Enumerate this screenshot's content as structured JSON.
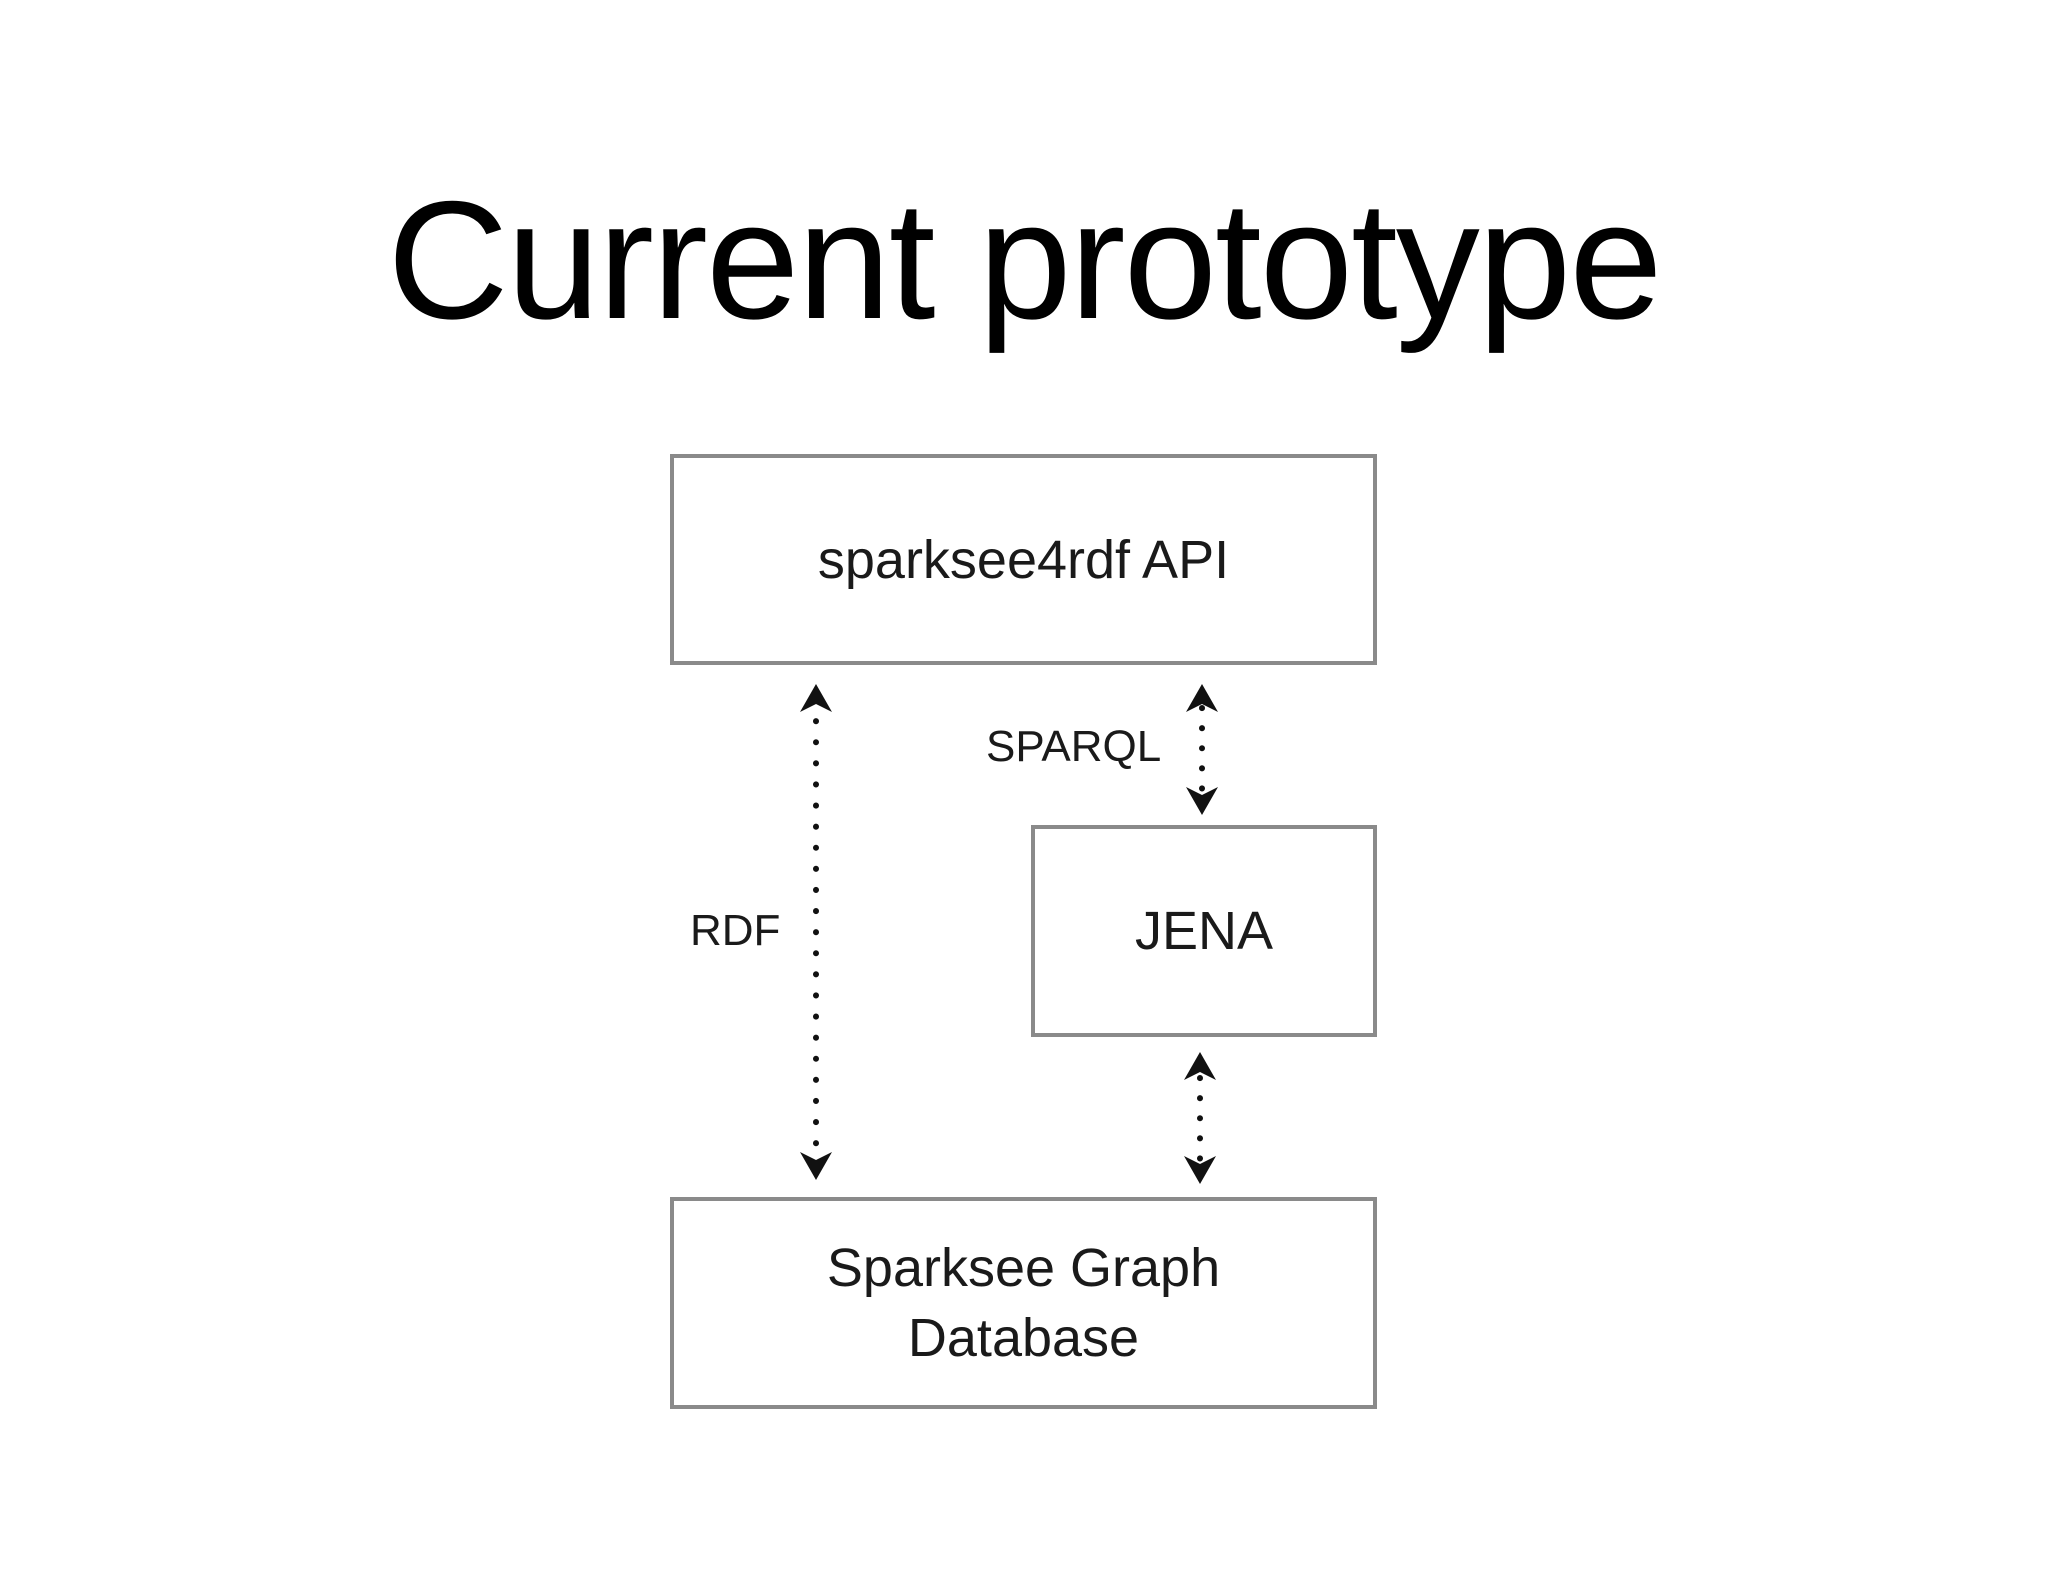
{
  "title": "Current prototype",
  "diagram": {
    "nodes": {
      "api": {
        "label": "sparksee4rdf API"
      },
      "jena": {
        "label": "JENA"
      },
      "db": {
        "label_lines": [
          "Sparksee Graph",
          "Database"
        ]
      }
    },
    "edges": [
      {
        "from": "api",
        "to": "db",
        "label": "RDF",
        "style": "dotted",
        "direction": "both"
      },
      {
        "from": "api",
        "to": "jena",
        "label": "SPARQL",
        "style": "dotted",
        "direction": "both"
      },
      {
        "from": "jena",
        "to": "db",
        "label": "",
        "style": "dotted",
        "direction": "both"
      }
    ]
  }
}
